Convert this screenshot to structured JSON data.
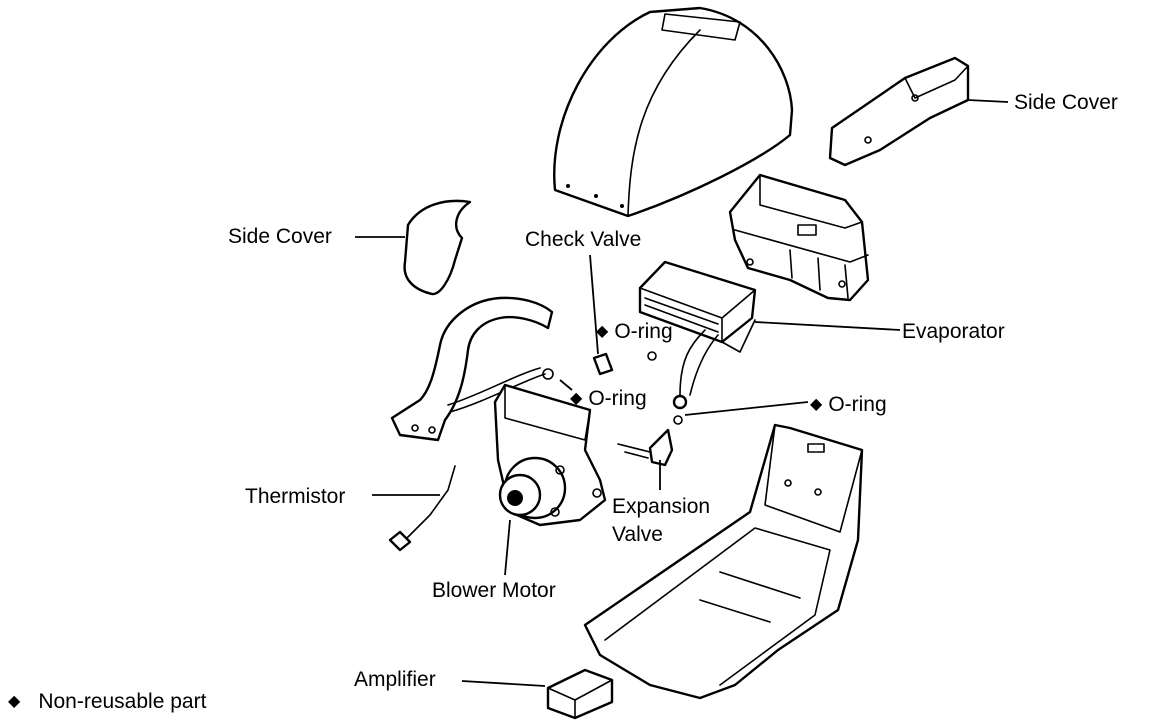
{
  "labels": {
    "side_cover_right": "Side Cover",
    "side_cover_left": "Side Cover",
    "check_valve": "Check Valve",
    "oring_1": "O-ring",
    "oring_2": "O-ring",
    "oring_3": "O-ring",
    "evaporator": "Evaporator",
    "thermistor": "Thermistor",
    "expansion_valve_1": "Expansion",
    "expansion_valve_2": "Valve",
    "blower_motor": "Blower Motor",
    "amplifier": "Amplifier",
    "legend": "Non-reusable part"
  },
  "symbols": {
    "non_reusable": "◆"
  }
}
